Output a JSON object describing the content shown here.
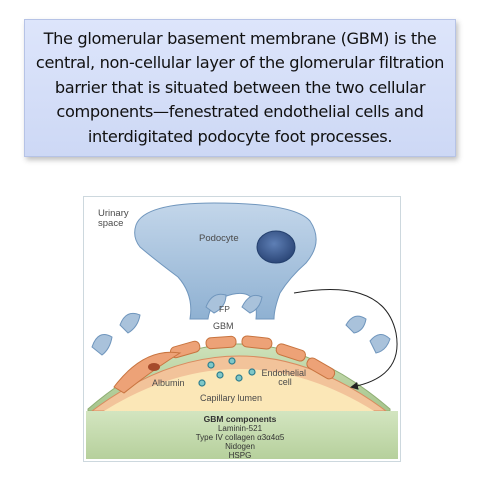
{
  "slide": {
    "text": "The glomerular basement membrane (GBM) is the central, non-cellular layer of the glomerular filtration barrier that is situated between the two cellular components—fenestrated endothelial cells and interdigitated podocyte foot processes."
  },
  "figure": {
    "labels": {
      "urinary_space": [
        "Urinary",
        "space"
      ],
      "podocyte": "Podocyte",
      "fp": "FP",
      "gbm": "GBM",
      "albumin": "Albumin",
      "endothelial": [
        "Endothelial",
        "cell"
      ],
      "capillary_lumen": "Capillary lumen"
    },
    "components": {
      "title": "GBM components",
      "items": [
        "Laminin-521",
        "Type IV collagen α3α4α5",
        "Nidogen",
        "HSPG"
      ]
    },
    "colors": {
      "podocyte": "#a9c2db",
      "nucleus": "#3f5f96",
      "gbm": "#b9d4a2",
      "endothelium": "#eda277",
      "lumen": "#fbe6b4",
      "components_box": "#bfd6a8"
    }
  }
}
